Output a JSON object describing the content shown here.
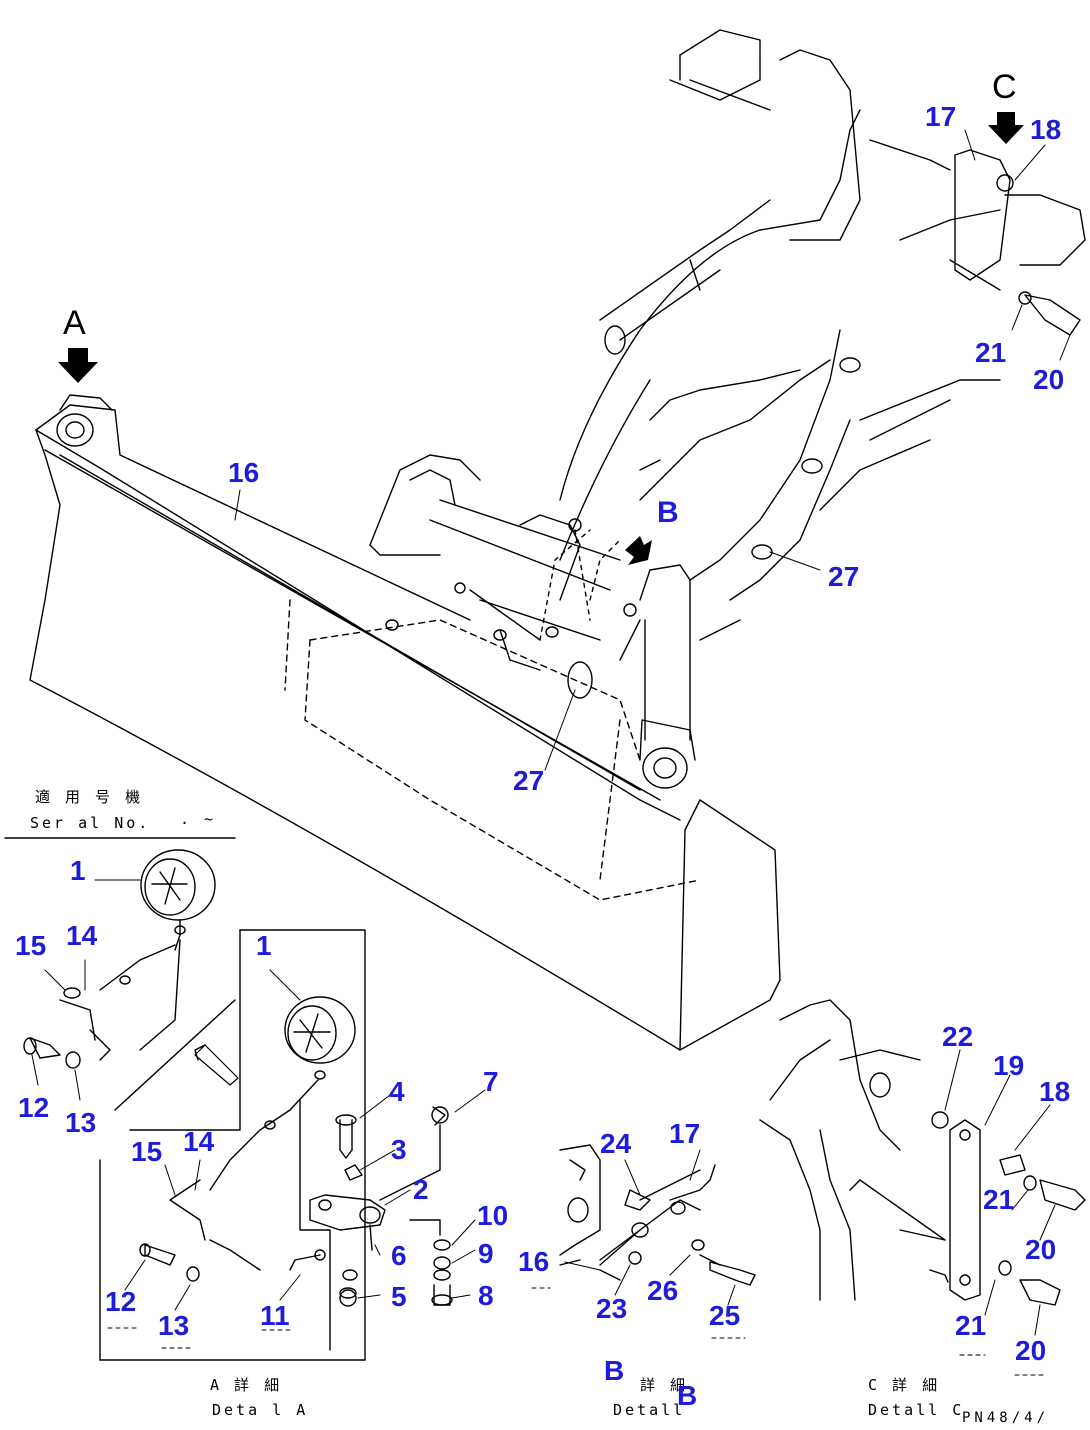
{
  "view_letters": {
    "a": "A",
    "c": "C"
  },
  "detail_b": {
    "arrow_label": "B",
    "caption_label": "B",
    "caption_label_2": "B"
  },
  "serial": {
    "jp": "適 用 号 機",
    "en": "Ser al No.",
    "range": ". ~"
  },
  "captions": {
    "a_jp": "A 詳 細",
    "a_en": "Deta l A",
    "b_jp": "詳 細",
    "b_en": "Detall",
    "c_jp": "C 詳 細",
    "c_en": "Detall C"
  },
  "drawing_ref": "PN48/4/",
  "callouts": {
    "main": [
      "17",
      "18",
      "21",
      "20",
      "16",
      "27",
      "27"
    ],
    "detail_a_outer": [
      "1",
      "15",
      "14",
      "12",
      "13"
    ],
    "detail_a_inner": [
      "1",
      "15",
      "14",
      "12",
      "13",
      "11"
    ],
    "hardware": [
      "4",
      "7",
      "3",
      "2",
      "10",
      "9",
      "6",
      "5",
      "8"
    ],
    "detail_b": [
      "24",
      "17",
      "16",
      "23",
      "26",
      "25"
    ],
    "detail_c": [
      "22",
      "19",
      "18",
      "21",
      "20",
      "21",
      "20"
    ]
  }
}
